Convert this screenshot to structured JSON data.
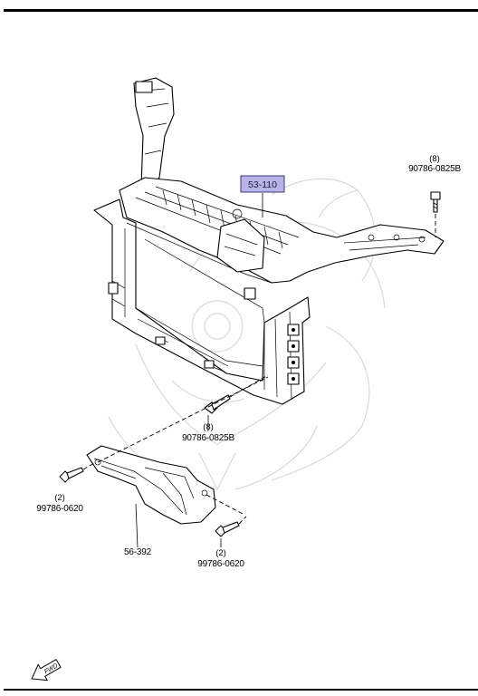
{
  "callouts": {
    "support_main": "53-110",
    "air_guide": "56-392",
    "bolt_top_right_part": "90786-0825B",
    "bolt_top_right_qty": "(8)",
    "bolt_center_part": "90786-0825B",
    "bolt_center_qty": "(8)",
    "screw_left_part": "99786-0620",
    "screw_left_qty": "(2)",
    "screw_right_part": "99786-0620",
    "screw_right_qty": "(2)"
  },
  "fwd_arrow_label": "FWD",
  "colors": {
    "line": "#000000",
    "highlight_fill": "#b9b4e8",
    "highlight_border": "#2b2b6e",
    "watermark": "#d9d9d9"
  },
  "icons": {
    "fwd": "fwd-direction-arrow-icon",
    "watermark": "samurai-helmet-watermark"
  }
}
